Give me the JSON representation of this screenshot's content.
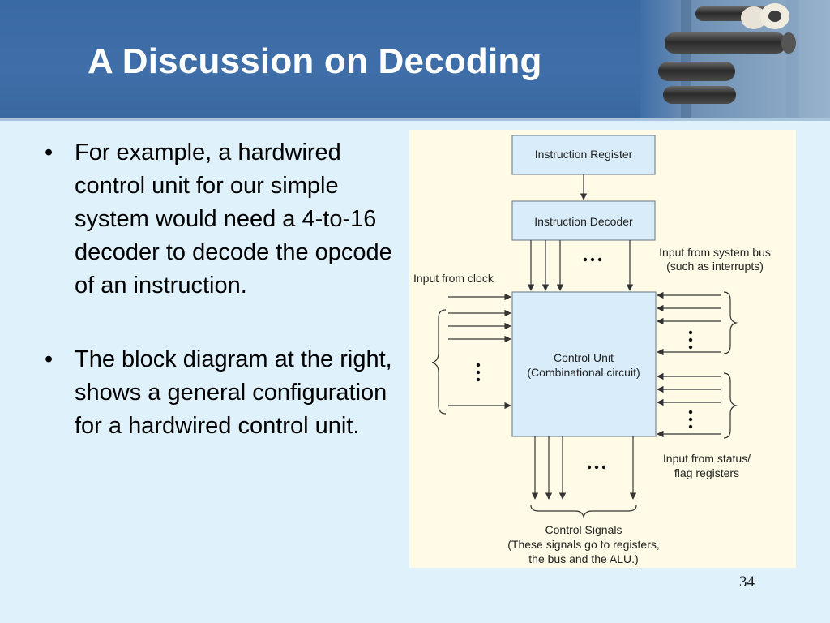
{
  "slide": {
    "title": "A Discussion on Decoding",
    "bullets": [
      "For example, a hardwired control unit for our simple system would need a 4-to-16 decoder to decode the opcode of an instruction.",
      "The block diagram at the right, shows a general configuration for a hardwired control unit."
    ],
    "page_number": "34"
  },
  "diagram": {
    "instruction_register": "Instruction Register",
    "instruction_decoder": "Instruction Decoder",
    "control_unit_line1": "Control Unit",
    "control_unit_line2": "(Combinational circuit)",
    "input_clock": "Input from clock",
    "input_system_bus_line1": "Input from system bus",
    "input_system_bus_line2": "(such as interrupts)",
    "input_status_line1": "Input from status/",
    "input_status_line2": "flag registers",
    "control_signals_line1": "Control Signals",
    "control_signals_line2": "(These signals go to registers,",
    "control_signals_line3": "the bus and the ALU.)"
  },
  "colors": {
    "header": "#3f6ea8",
    "background": "#dff1fb",
    "diagram_background": "#fffbe6",
    "box_fill": "#d9ecf9",
    "box_stroke": "#7a8a99"
  }
}
